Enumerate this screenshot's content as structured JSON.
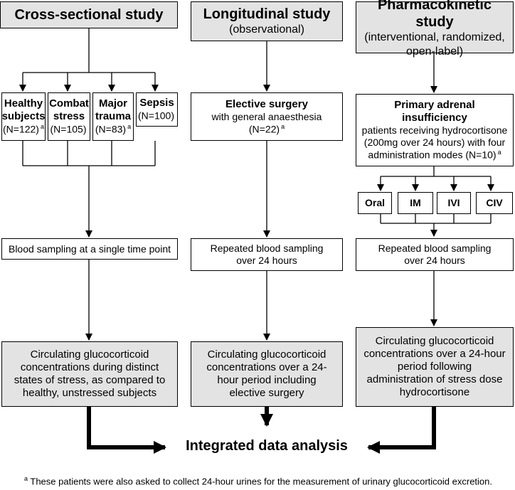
{
  "cross": {
    "title": "Cross-sectional study",
    "groups": [
      {
        "name": "Healthy subjects",
        "n": "(N=122)",
        "sup": "a"
      },
      {
        "name": "Combat stress",
        "n": "(N=105)",
        "sup": ""
      },
      {
        "name": "Major trauma",
        "n": "(N=83)",
        "sup": "a"
      },
      {
        "name": "Sepsis",
        "n": "(N=100)",
        "sup": ""
      }
    ],
    "sampling": "Blood sampling at a single time point",
    "outcome": "Circulating glucocorticoid concentrations during distinct states of stress, as compared to healthy, unstressed subjects"
  },
  "longitudinal": {
    "title": "Longitudinal study",
    "subtitle": "(observational)",
    "group_title": "Elective surgery",
    "group_desc": "with general anaesthesia",
    "group_n": "(N=22)",
    "group_sup": "a",
    "sampling": "Repeated blood sampling over 24 hours",
    "outcome": "Circulating glucocorticoid concentrations over a 24-hour period including elective surgery"
  },
  "pharmacokinetic": {
    "title": "Pharmacokinetic study",
    "subtitle": "(interventional, randomized, open-label)",
    "group_title": "Primary adrenal insufficiency",
    "group_desc": "patients receiving hydrocortisone (200mg over 24 hours) with four administration modes (N=10)",
    "group_sup": "a",
    "modes": [
      "Oral",
      "IM",
      "IVI",
      "CIV"
    ],
    "sampling": "Repeated blood sampling over 24 hours",
    "outcome": "Circulating glucocorticoid concentrations over a 24-hour period following administration of stress dose hydrocortisone"
  },
  "integrated": "Integrated data analysis",
  "footnote": {
    "sup": "a",
    "text": "These patients were also asked to collect 24-hour urines for the measurement of urinary glucocorticoid excretion."
  }
}
